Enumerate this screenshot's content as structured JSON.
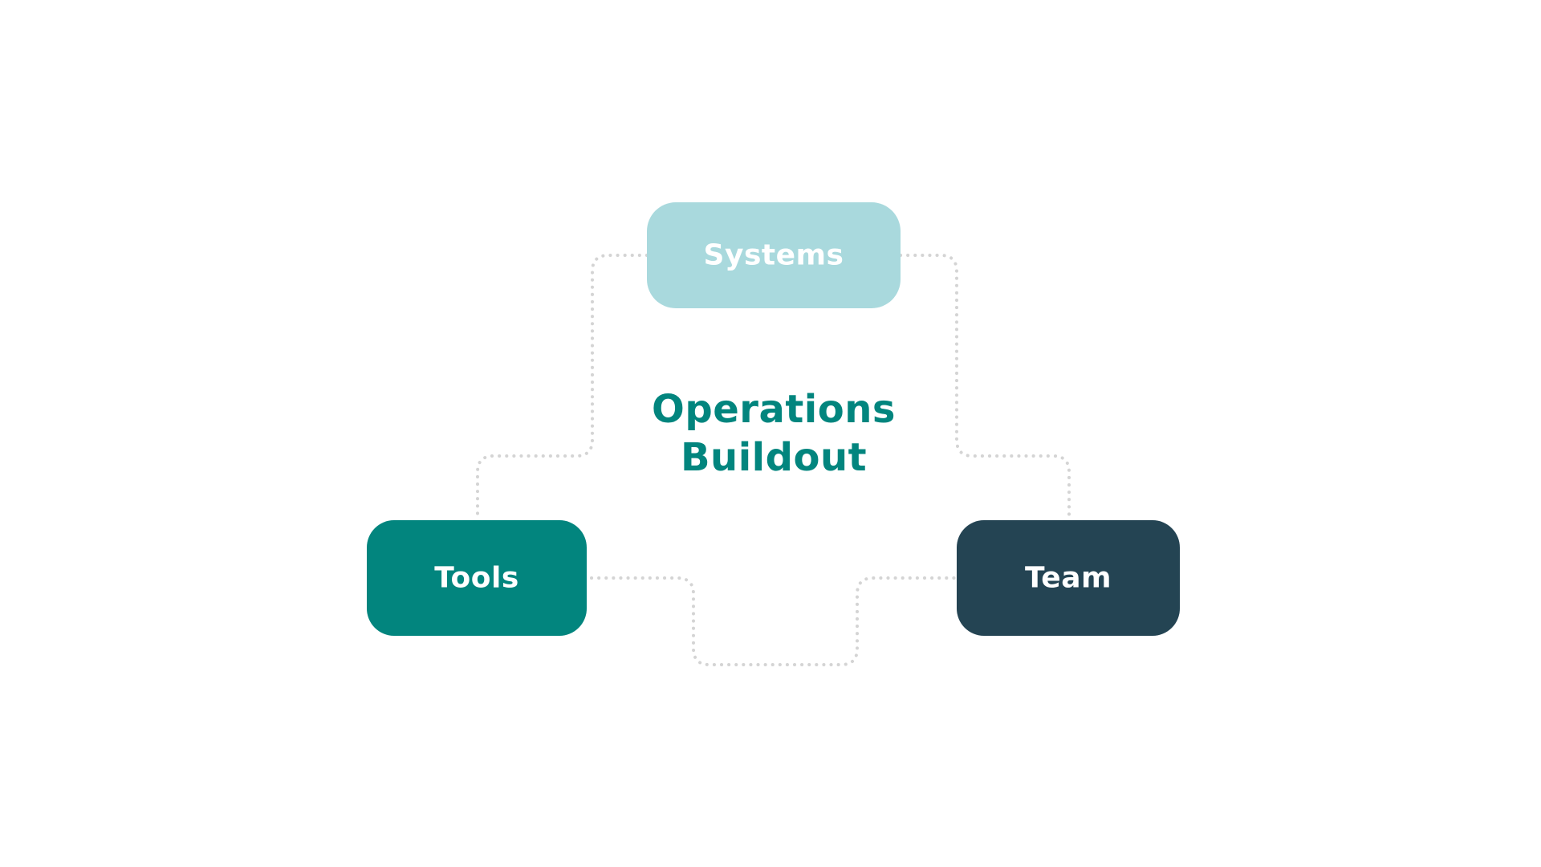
{
  "diagram": {
    "title_line1": "Operations",
    "title_line2": "Buildout",
    "nodes": {
      "systems": {
        "label": "Systems",
        "color": "#a9d9dd"
      },
      "tools": {
        "label": "Tools",
        "color": "#02857e"
      },
      "team": {
        "label": "Team",
        "color": "#244453"
      }
    },
    "colors": {
      "title": "#02857e",
      "label_text": "#ffffff",
      "connector": "#d4d4d4",
      "background": "#ffffff"
    }
  }
}
